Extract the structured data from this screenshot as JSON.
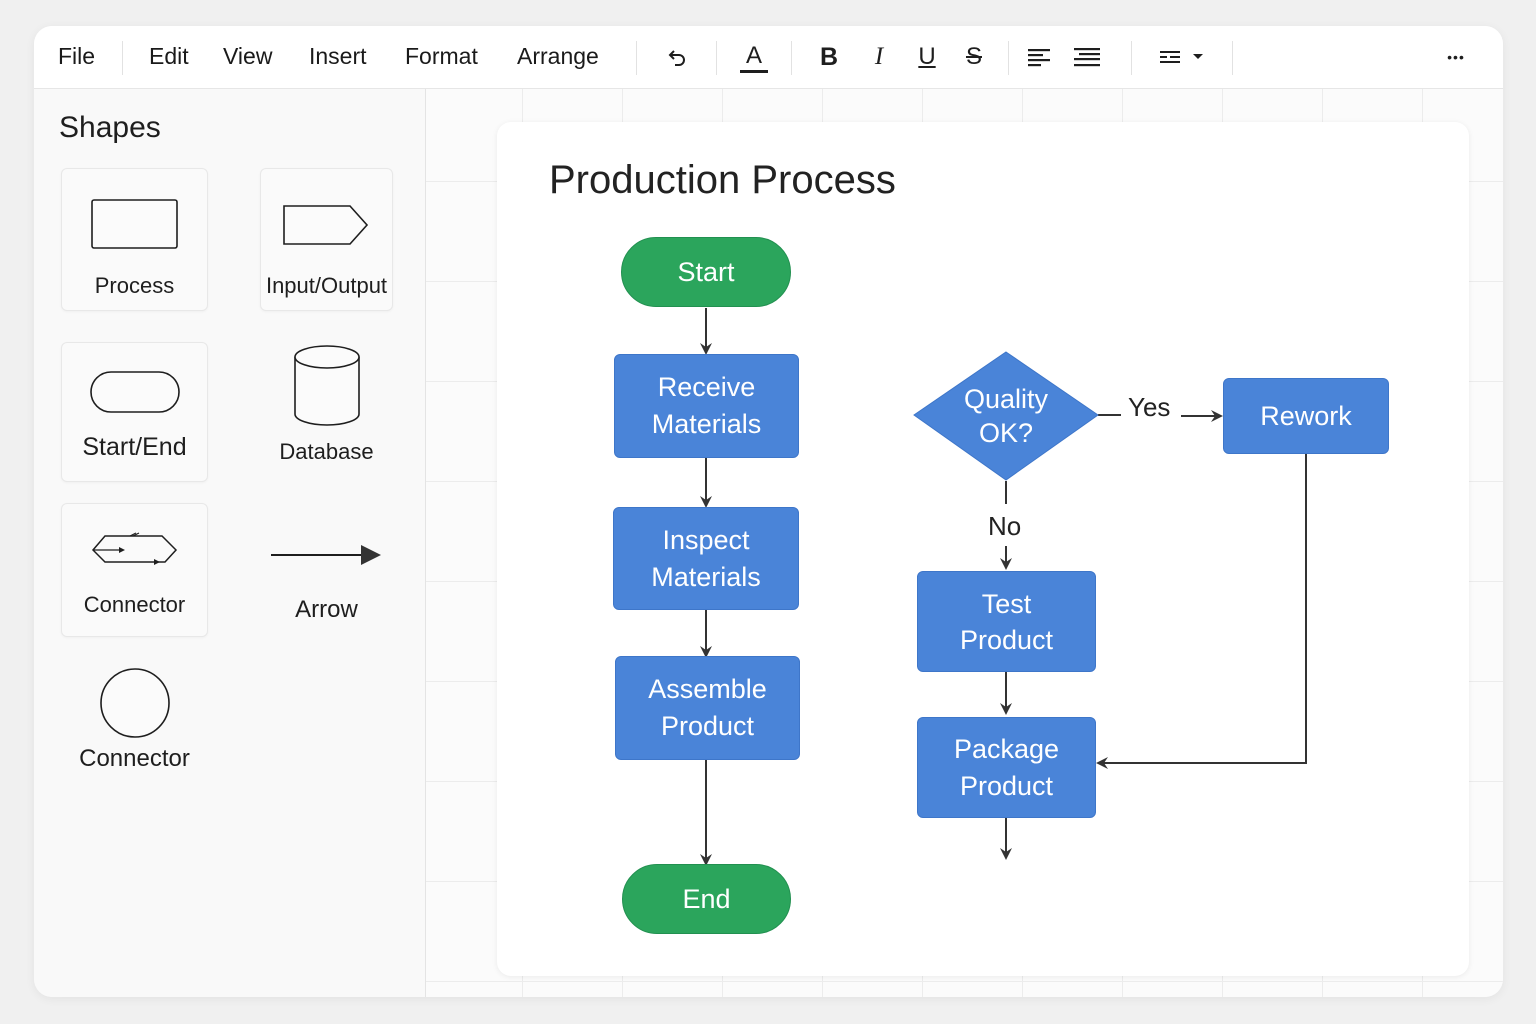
{
  "menubar": {
    "items": [
      "File",
      "Edit",
      "View",
      "Insert",
      "Format",
      "Arrange"
    ],
    "tools": [
      {
        "name": "undo-icon",
        "label": "Undo"
      },
      {
        "name": "font-color-icon",
        "label": "Font color"
      },
      {
        "name": "bold-icon",
        "label": "Bold"
      },
      {
        "name": "italic-icon",
        "label": "Italic"
      },
      {
        "name": "underline-icon",
        "label": "Underline"
      },
      {
        "name": "strikethrough-icon",
        "label": "Strikethrough"
      },
      {
        "name": "align-left-icon",
        "label": "Align left"
      },
      {
        "name": "align-justify-icon",
        "label": "Align justify"
      },
      {
        "name": "line-style-dropdown-icon",
        "label": "Line style"
      },
      {
        "name": "more-options-icon",
        "label": "More"
      }
    ],
    "glyphs": {
      "font_color": "A",
      "bold": "B",
      "italic": "I",
      "underline": "U",
      "strike": "S",
      "more": "•••"
    }
  },
  "sidebar": {
    "title": "Shapes",
    "shapes": [
      {
        "label": "Process",
        "icon": "rectangle-shape-icon"
      },
      {
        "label": "Input/Output",
        "icon": "pentagon-arrow-shape-icon"
      },
      {
        "label": "Start/End",
        "icon": "rounded-pill-shape-icon"
      },
      {
        "label": "Database",
        "icon": "cylinder-shape-icon"
      },
      {
        "label": "Connector",
        "icon": "connector-hexagon-icon"
      },
      {
        "label": "Arrow",
        "icon": "arrow-shape-icon"
      },
      {
        "label": "Connector",
        "icon": "circle-shape-icon"
      }
    ]
  },
  "diagram": {
    "title": "Production Process",
    "colors": {
      "process": "#4a84d8",
      "terminal": "#2ba55c",
      "edge": "#333333"
    },
    "nodes": {
      "start": {
        "label": "Start",
        "type": "terminal"
      },
      "receive": {
        "label": "Receive\nMaterials",
        "line1": "Receive",
        "line2": "Materials",
        "type": "process"
      },
      "inspect": {
        "label": "Inspect\nMaterials",
        "line1": "Inspect",
        "line2": "Materials",
        "type": "process"
      },
      "assemble": {
        "label": "Assemble\nProduct",
        "line1": "Assemble",
        "line2": "Product",
        "type": "process"
      },
      "end": {
        "label": "End",
        "type": "terminal"
      },
      "quality": {
        "label": "Quality\nOK?",
        "line1": "Quality",
        "line2": "OK?",
        "type": "decision"
      },
      "rework": {
        "label": "Rework",
        "type": "process"
      },
      "test": {
        "label": "Test\nProduct",
        "line1": "Test",
        "line2": "Product",
        "type": "process"
      },
      "package": {
        "label": "Package\nProduct",
        "line1": "Package",
        "line2": "Product",
        "type": "process"
      }
    },
    "edge_labels": {
      "yes": "Yes",
      "no": "No"
    },
    "edges": [
      {
        "from": "start",
        "to": "receive"
      },
      {
        "from": "receive",
        "to": "inspect"
      },
      {
        "from": "inspect",
        "to": "assemble"
      },
      {
        "from": "assemble",
        "to": "end"
      },
      {
        "from": "quality",
        "to": "rework",
        "label": "Yes"
      },
      {
        "from": "quality",
        "to": "test",
        "label": "No"
      },
      {
        "from": "test",
        "to": "package"
      },
      {
        "from": "rework",
        "to": "package"
      },
      {
        "from": "package",
        "to": null
      }
    ]
  }
}
